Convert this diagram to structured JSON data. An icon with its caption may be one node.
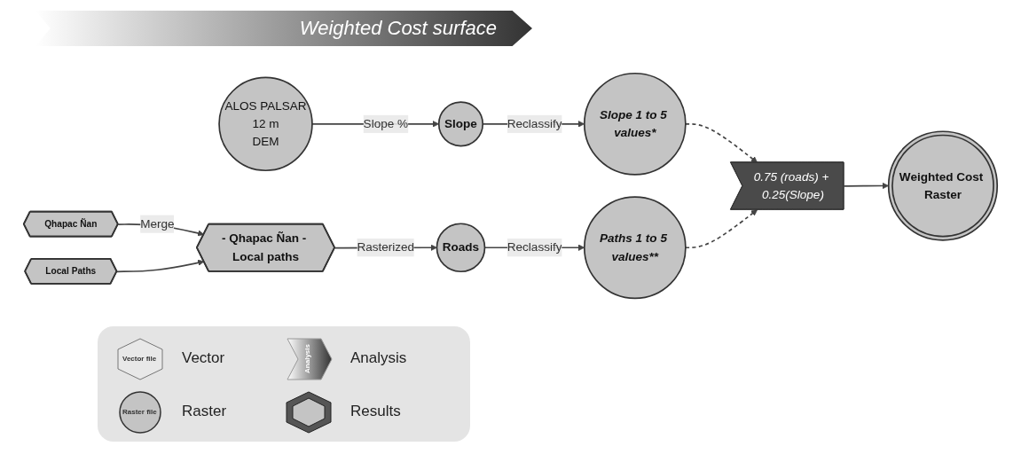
{
  "diagram": {
    "title": "Weighted Cost surface",
    "nodes": [
      {
        "text": [
          "ALOS PALSAR",
          "12 m",
          "DEM"
        ]
      },
      {
        "text": [
          "Slope"
        ]
      },
      {
        "text": [
          "Slope 1 to 5 values*"
        ]
      },
      {
        "text": [
          "Qhapac Ñan"
        ]
      },
      {
        "text": [
          "Local Paths"
        ]
      },
      {
        "text": [
          "- Qhapac Ñan - Local paths"
        ]
      },
      {
        "text": [
          "Roads"
        ]
      },
      {
        "text": [
          "Paths 1 to 5 values**"
        ]
      },
      {
        "text": [
          "Weighted Cost Raster"
        ]
      },
      {
        "text": [
          "0.75 (roads) + 0.25(Slope)"
        ]
      }
    ],
    "edges": [
      {
        "from": 0,
        "to": 1,
        "arrow": "to",
        "label": "Slope  %"
      },
      {
        "from": 1,
        "to": 2,
        "arrow": "to",
        "label": "Reclassify"
      },
      {
        "from": 3,
        "to": 5,
        "arrow": "to",
        "label": "Merge"
      },
      {
        "from": 4,
        "to": 5,
        "arrow": "to"
      },
      {
        "from": 5,
        "to": 6,
        "arrow": "to",
        "label": "Rasterized"
      },
      {
        "from": 6,
        "to": 7,
        "arrow": "to",
        "label": "Reclassify"
      },
      {
        "from": 2,
        "to": 9,
        "arrow": "to",
        "style": "dashed"
      },
      {
        "from": 7,
        "to": 9,
        "arrow": "to",
        "style": "dashed"
      },
      {
        "from": 9,
        "to": 8,
        "arrow": "to"
      }
    ],
    "labels": [
      "Vector file",
      "Raster file",
      "Analysis"
    ],
    "legend": [
      {
        "text": "Vector"
      },
      {
        "text": "Raster"
      },
      {
        "text": "Analysis"
      },
      {
        "text": "Results"
      }
    ]
  }
}
